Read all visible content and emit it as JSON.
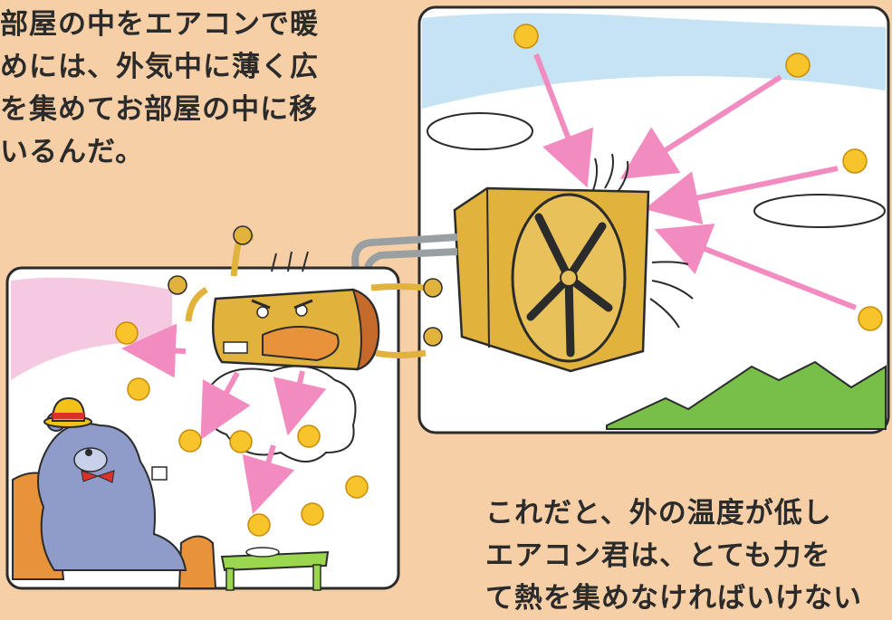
{
  "top_text": [
    "部屋の中をエアコンで暖",
    "めには、外気中に薄く広",
    "を集めてお部屋の中に移",
    "いるんだ。"
  ],
  "bottom_text": [
    "これだと、外の温度が低し",
    "エアコン君は、とても力を",
    "て熱を集めなければいけない"
  ],
  "colors": {
    "background": "#f6cfa6",
    "arrow": "#f28cc0",
    "sun": "#f7c52a",
    "mountain": "#78bf4a",
    "unit": "#e1b23c",
    "bear": "#8f9cc9"
  }
}
